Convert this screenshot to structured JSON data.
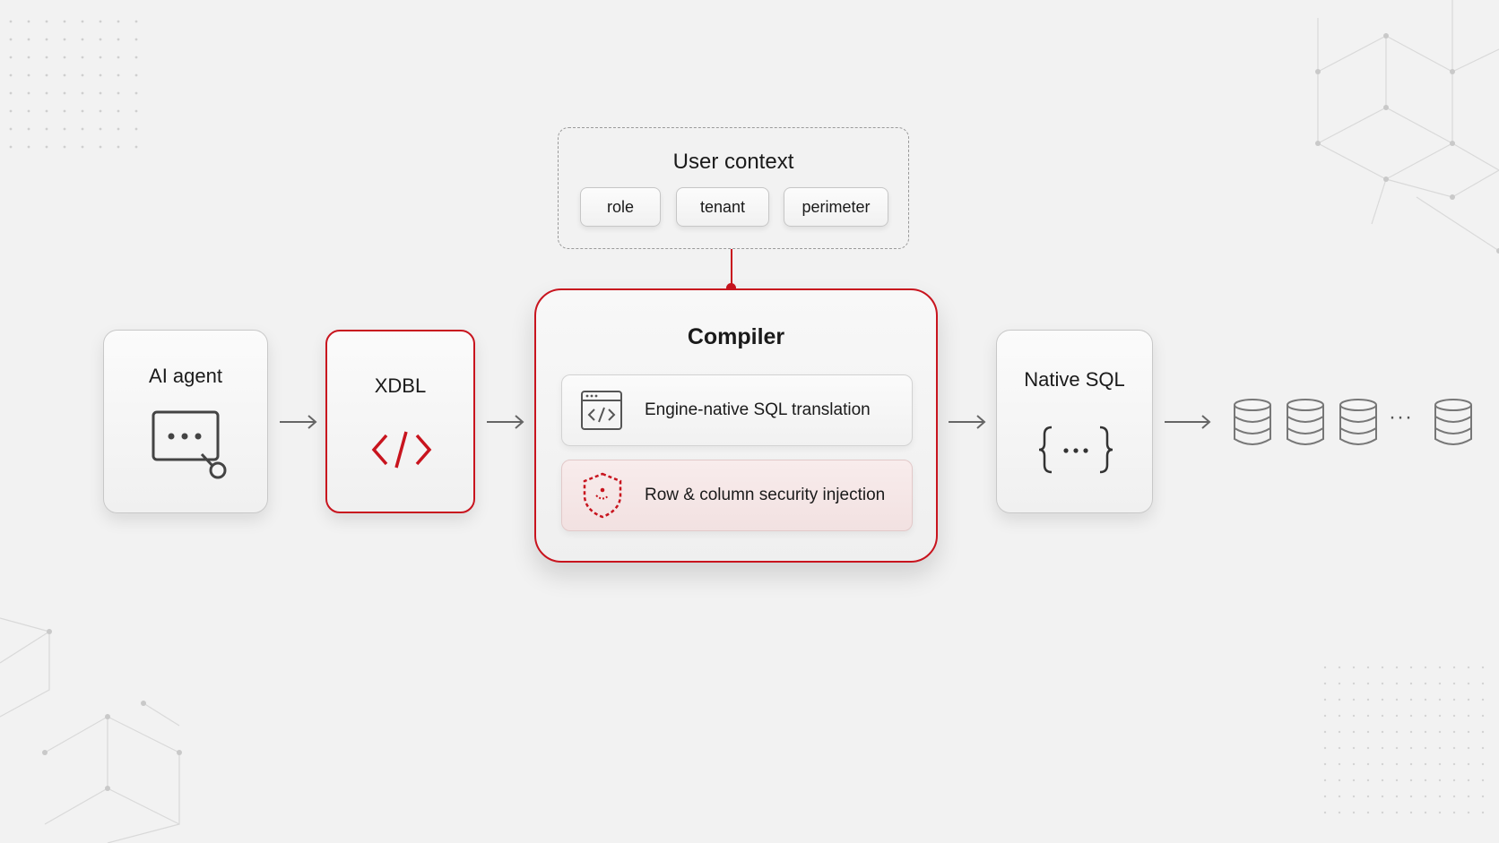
{
  "colors": {
    "accent": "#c8141e",
    "background": "#f2f2f2",
    "icon": "#555555"
  },
  "user_context": {
    "title": "User context",
    "chips": [
      "role",
      "tenant",
      "perimeter"
    ]
  },
  "nodes": {
    "ai_agent": {
      "label": "AI agent",
      "icon": "chat-cursor-icon"
    },
    "xdbl": {
      "label": "XDBL",
      "icon": "code-icon"
    },
    "native_sql": {
      "label": "Native SQL",
      "icon": "braces-icon"
    }
  },
  "compiler": {
    "title": "Compiler",
    "rows": [
      {
        "label": "Engine-native SQL translation",
        "icon": "code-window-icon"
      },
      {
        "label": "Row & column security injection",
        "icon": "shield-icon"
      }
    ]
  },
  "databases": {
    "icon": "database-icon",
    "ellipsis": "···"
  }
}
